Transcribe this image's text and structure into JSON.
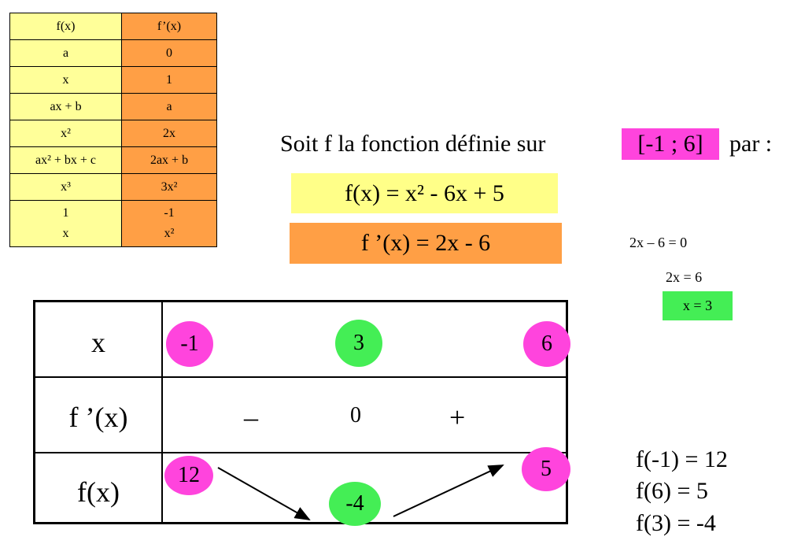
{
  "derivative_table": {
    "header": {
      "f": "f(x)",
      "fp": "f’(x)"
    },
    "rows": [
      {
        "f": "a",
        "fp": "0"
      },
      {
        "f": "x",
        "fp": "1"
      },
      {
        "f": "ax + b",
        "fp": "a"
      },
      {
        "f": "x²",
        "fp": "2x"
      },
      {
        "f": "ax² + bx + c",
        "fp": "2ax + b"
      },
      {
        "f": "x³",
        "fp": "3x²"
      }
    ],
    "fraction_row": {
      "f_top": "1",
      "f_bottom": "x",
      "fp_top": "-1",
      "fp_bottom": "x²"
    }
  },
  "statement": {
    "prefix": "Soit f la fonction définie sur",
    "interval": "[-1 ; 6]",
    "suffix": "par :",
    "f_expr": "f(x) = x² - 6x + 5",
    "fp_expr": "f ’(x) = 2x - 6"
  },
  "solving": {
    "line1": "2x – 6 = 0",
    "line2": "2x = 6",
    "line3": "x =  3"
  },
  "variation_table": {
    "row_x_label": "x",
    "row_fp_label": "f ’(x)",
    "row_f_label": "f(x)",
    "x_values": [
      "-1",
      "3",
      "6"
    ],
    "signs": {
      "left": "–",
      "zero": "0",
      "right": "+"
    },
    "f_values": {
      "start": "12",
      "min": "-4",
      "end": "5"
    }
  },
  "results": {
    "r1": "f(-1) = 12",
    "r2": "f(6) = 5",
    "r3": "f(3) = -4"
  },
  "colors": {
    "yellow": "#ffff99",
    "orange": "#ff9f45",
    "pink": "#ff44dd",
    "green": "#44ee55"
  }
}
